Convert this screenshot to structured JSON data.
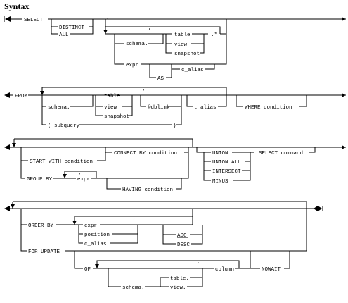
{
  "title": "Syntax",
  "select": {
    "select_kw": "SELECT",
    "distinct_kw": "DISTINCT",
    "all_kw": "ALL",
    "star": "*",
    "comma": ",",
    "schema": "schema.",
    "table": "table",
    "view": "view",
    "snapshot": "snapshot",
    "dot_star": ".*",
    "expr": "expr",
    "c_alias": "c_alias",
    "as_kw": "AS"
  },
  "from": {
    "from_kw": "FROM",
    "comma": ",",
    "schema": "schema.",
    "table": "table",
    "view": "view",
    "snapshot": "snapshot",
    "dblink": "@dblink",
    "t_alias": "t_alias",
    "subquery": "( subquery",
    "close_paren": ")",
    "where": "WHERE condition"
  },
  "group": {
    "start_with": "START WITH condition",
    "connect_by": "CONNECT BY condition",
    "group_by": "GROUP BY",
    "comma": ",",
    "expr": "expr",
    "having": "HAVING condition",
    "union": "UNION",
    "union_all": "UNION ALL",
    "intersect": "INTERSECT",
    "minus": "MINUS",
    "select_command": "SELECT command"
  },
  "order": {
    "order_by": "ORDER BY",
    "comma": ",",
    "expr": "expr",
    "position": "position",
    "c_alias": "c_alias",
    "asc": "ASC",
    "desc": "DESC",
    "for_update": "FOR UPDATE",
    "of_kw": "OF",
    "comma2": ",",
    "column": "column",
    "schema": "schema.",
    "table": "table.",
    "view": "view.",
    "nowait": "NOWAIT"
  }
}
